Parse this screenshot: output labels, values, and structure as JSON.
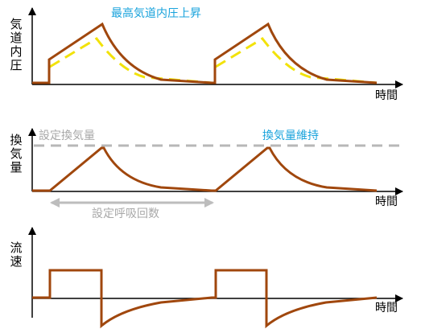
{
  "panels": {
    "pressure": {
      "ylabel": "気道内圧",
      "xlabel": "時間",
      "annotation": "最高気道内圧上昇"
    },
    "volume": {
      "ylabel": "換気量",
      "xlabel": "時間",
      "setting_label": "設定換気量",
      "annotation": "換気量維持",
      "rate_label": "設定呼吸回数"
    },
    "flow": {
      "ylabel": "流速",
      "xlabel": "時間"
    }
  },
  "colors": {
    "waveform": "#a0470d",
    "reference_dashed": "#f2e20a",
    "setting_dashed": "#b8b8b8",
    "annotation_blue": "#1aa3dc",
    "axis": "#000000"
  }
}
